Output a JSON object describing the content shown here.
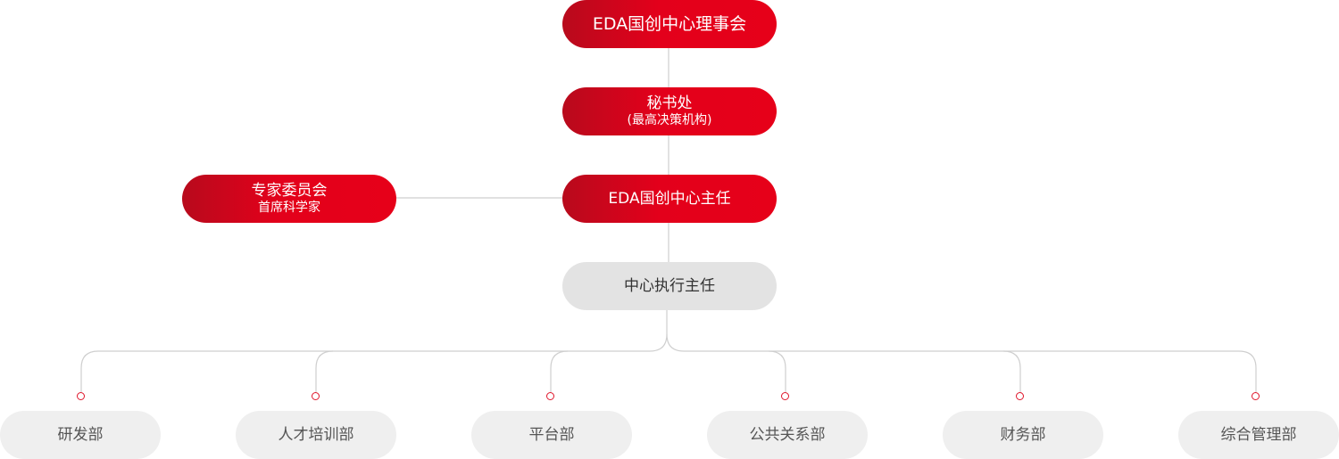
{
  "council": {
    "label": "EDA国创中心理事会"
  },
  "secretariat": {
    "label": "秘书处",
    "sublabel": "(最高决策机构)"
  },
  "director": {
    "label": "EDA国创中心主任"
  },
  "experts": {
    "label": "专家委员会",
    "sublabel": "首席科学家"
  },
  "executive": {
    "label": "中心执行主任"
  },
  "departments": [
    {
      "label": "研发部"
    },
    {
      "label": "人才培训部"
    },
    {
      "label": "平台部"
    },
    {
      "label": "公共关系部"
    },
    {
      "label": "财务部"
    },
    {
      "label": "综合管理部"
    }
  ],
  "colors": {
    "primary": "#e60019",
    "primary_dark": "#b80a1c",
    "connector": "#cfcfcf",
    "dept_bg": "#efefef"
  }
}
